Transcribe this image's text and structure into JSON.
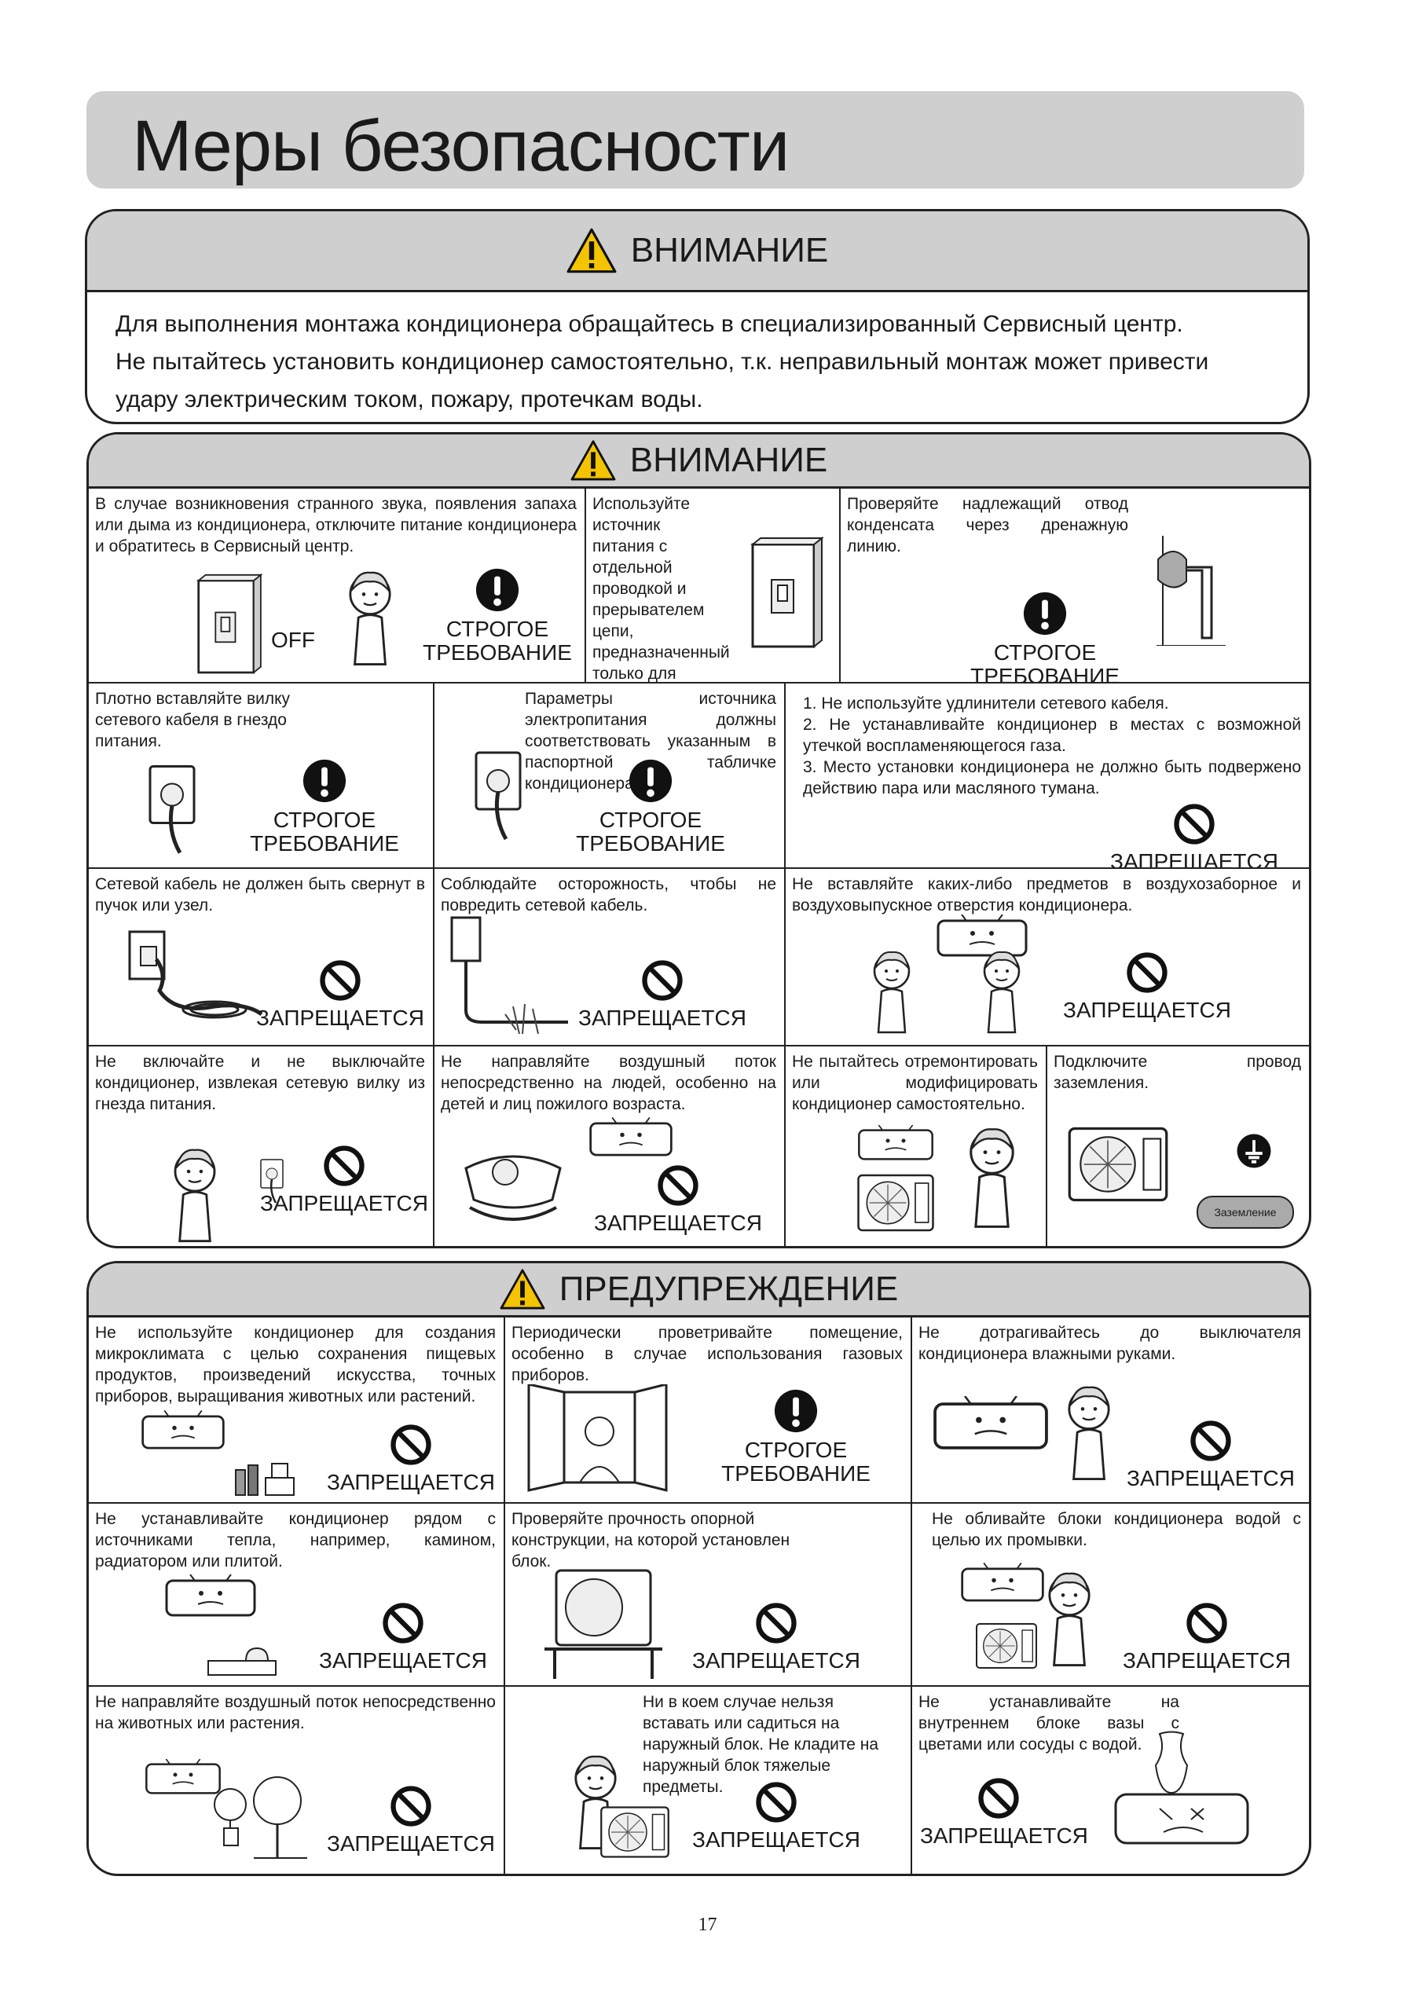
{
  "page_title": "Меры безопасности",
  "section1": {
    "heading": "ВНИМАНИЕ",
    "lines": [
      "Для выполнения монтажа кондиционера обращайтесь в специализированный Сервисный центр.",
      "Не пытайтесь установить кондиционер самостоятельно, т.к. неправильный монтаж может привести",
      "удару электрическим током, пожару, протечкам воды."
    ]
  },
  "labels": {
    "strict_1": "СТРОГОЕ",
    "strict_2": "ТРЕБОВАНИЕ",
    "forbidden": "ЗАПРЕЩАЕТСЯ",
    "off": "OFF",
    "ground_badge": "Заземление"
  },
  "section2": {
    "heading": "ВНИМАНИЕ",
    "c1": "В случае возникновения странного звука, появления запаха или дыма из кондиционера, отключите питание кондиционера и обратитесь в Сервисный центр.",
    "c2": "Используйте источник питания с отдельной проводкой и прерывателем цепи, предназначенный только для кондиционера.",
    "c3": "Проверяйте надлежащий отвод конденсата через дренажную линию.",
    "c4": "Плотно вставляйте вилку сетевого кабеля в гнездо питания.",
    "c5": "Параметры источника электропитания должны соответствовать указанным в паспортной табличке кондиционера.",
    "c6_1": "1. Не используйте удлинители сетевого кабеля.",
    "c6_2": "2. Не устанавливайте кондиционер в местах с возможной утечкой воспламеняющегося газа.",
    "c6_3": "3. Место установки кондиционера не должно быть подвержено действию пара или масляного тумана.",
    "c7": "Сетевой кабель не должен быть свернут в пучок или узел.",
    "c8": "Соблюдайте осторожность, чтобы не повредить сетевой кабель.",
    "c9": "Не вставляйте каких-либо предметов в воздухозаборное и воздуховыпускное отверстия кондиционера.",
    "c10": "Не включайте и не выключайте кондиционер, извлекая сетевую вилку из гнезда питания.",
    "c11": "Не направляйте воздушный поток непосредственно на людей, особенно на детей и лиц пожилого возраста.",
    "c12": "Не пытайтесь отремонтировать или модифицировать кондиционер самостоятельно.",
    "c13": "Подключите провод заземления."
  },
  "section3": {
    "heading": "ПРЕДУПРЕЖДЕНИЕ",
    "c1": "Не используйте кондиционер для создания микроклимата с целью сохранения пищевых продуктов, произведений искусства, точных приборов, выращивания животных или растений.",
    "c2": "Периодически проветривайте помещение, особенно в случае использования газовых приборов.",
    "c3": "Не дотрагивайтесь до выключателя кондиционера влажными руками.",
    "c4": "Не устанавливайте кондиционер рядом с источниками тепла, например, камином, радиатором или плитой.",
    "c5": "Проверяйте прочность опорной конструкции, на которой установлен блок.",
    "c6": "Не обливайте блоки кондиционера водой с целью их промывки.",
    "c7": "Не направляйте воздушный поток непосредственно на животных или растения.",
    "c8": "Ни в коем случае нельзя вставать или садиться на наружный блок. Не кладите на наружный блок тяжелые предметы.",
    "c9": "Не устанавливайте на внутреннем блоке вазы с цветами или сосуды с водой."
  },
  "page_number": "17",
  "colors": {
    "header_gray": "#cfcfcf",
    "warning_yellow": "#f4c400",
    "ink": "#1a1a1a"
  }
}
